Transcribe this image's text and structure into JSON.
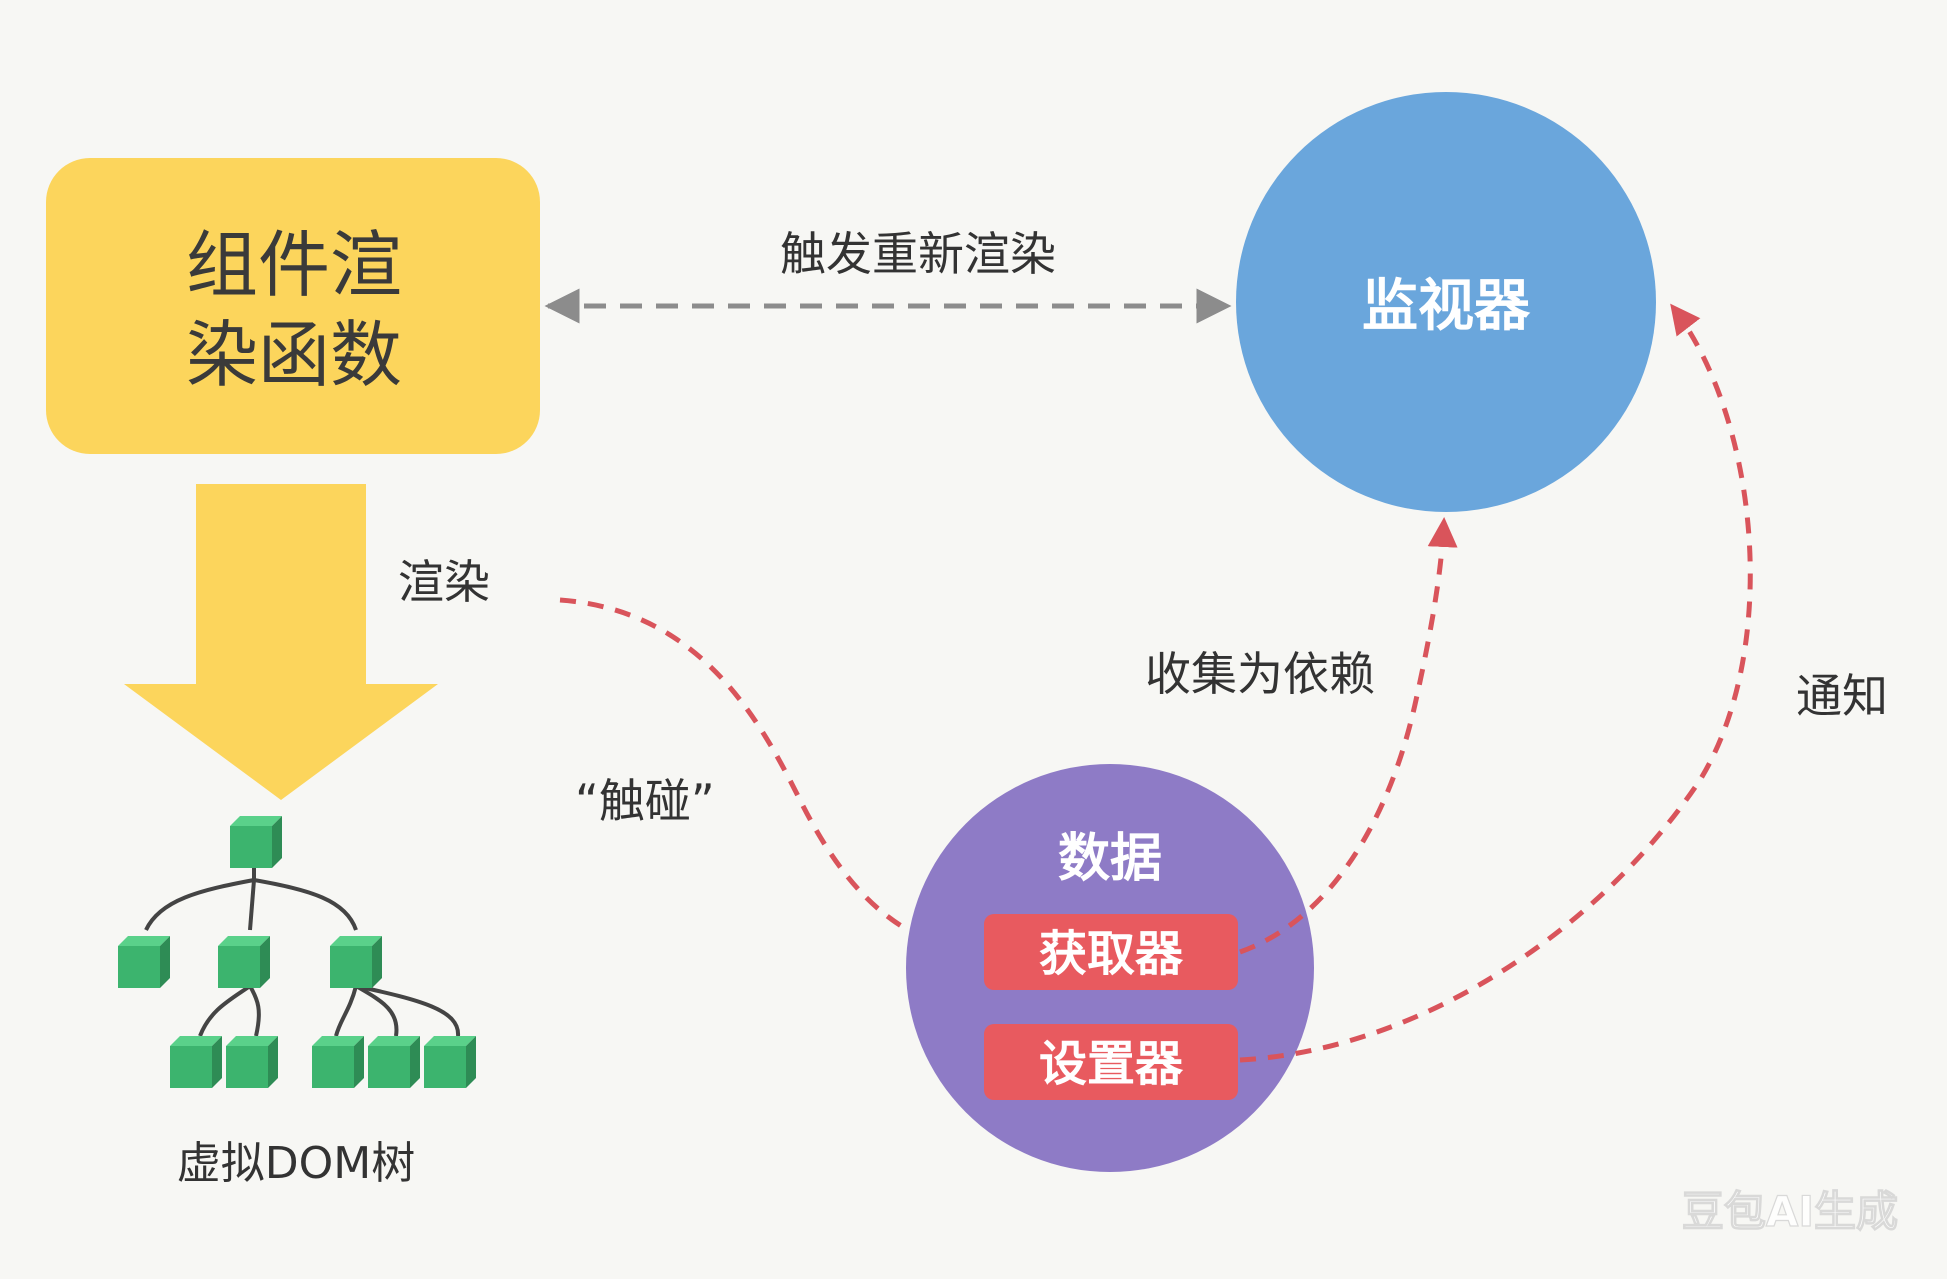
{
  "nodes": {
    "render_fn": {
      "line1": "组件渲",
      "line2": "染函数",
      "fill": "#fcd55c"
    },
    "watcher": {
      "label": "监视器",
      "fill": "#6aa6dc"
    },
    "data": {
      "label": "数据",
      "fill": "#8e7bc6"
    },
    "getter": {
      "label": "获取器",
      "fill": "#e85a5f"
    },
    "setter": {
      "label": "设置器",
      "fill": "#e85a5f"
    },
    "vdom": {
      "label": "虚拟DOM树",
      "fill": "#3cb46e"
    }
  },
  "edges": {
    "trigger_rerender": "触发重新渲染",
    "render": "渲染",
    "touch": "“触碰”",
    "collect_dependency": "收集为依赖",
    "notify": "通知"
  },
  "watermark": "豆包AI生成",
  "colors": {
    "dashed_gray": "#8c8c8c",
    "dashed_red": "#d9545b",
    "arrow_yellow": "#fcd55c",
    "text_dark": "#333333"
  }
}
